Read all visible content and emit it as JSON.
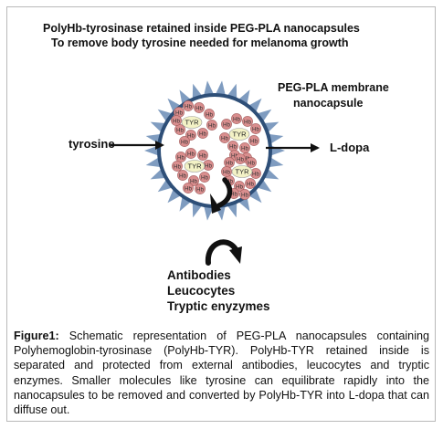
{
  "figure": {
    "title_line1": "PolyHb-tyrosinase retained inside PEG-PLA nanocapsules",
    "title_line2": "To remove body tyrosine needed for melanoma growth",
    "membrane_label_line1": "PEG-PLA membrane",
    "membrane_label_line2": "nanocapsule",
    "input_label": "tyrosine",
    "output_label": "L-dopa",
    "excluded_items": [
      "Antibodies",
      "Leucocytes",
      "Tryptic enyzymes"
    ],
    "hb_label": "Hb",
    "enzyme_label": "TYR",
    "colors": {
      "membrane": "#2e4f78",
      "spikes": "#7f9cc0",
      "interior": "#ffffff",
      "hb_fill": "#d98e8e",
      "tyr_fill": "#f3f2c6",
      "arrow": "#111111"
    }
  },
  "caption": {
    "label": "Figure1:",
    "text": " Schematic representation of PEG-PLA nanocapsules containing Polyhemoglobin-tyrosinase (PolyHb-TYR). PolyHb-TYR retained inside is separated and protected from external antibodies, leucocytes and tryptic enzymes. Smaller molecules like tyrosine can equilibrate rapidly into the nanocapsules to be removed and converted by PolyHb-TYR into L-dopa that can diffuse out."
  }
}
